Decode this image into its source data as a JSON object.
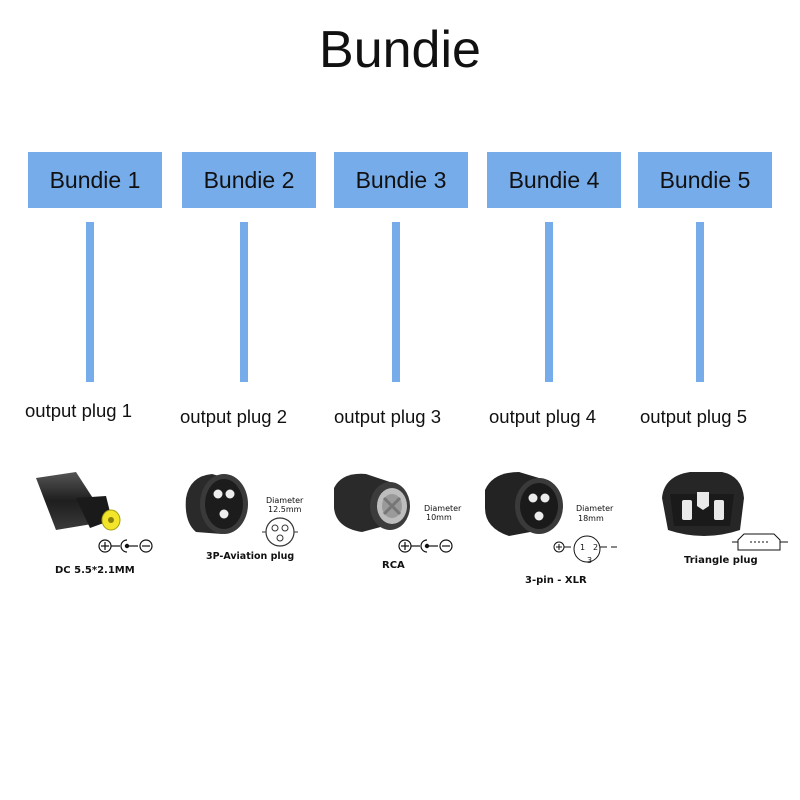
{
  "title": "Bundie",
  "bundles": [
    {
      "label": "Bundie 1",
      "plug": "output plug 1",
      "caption": "DC 5.5*2.1MM"
    },
    {
      "label": "Bundie 2",
      "plug": "output plug 2",
      "caption": "3P-Aviation plug",
      "diameter_label": "Diameter",
      "diameter_value": "12.5mm"
    },
    {
      "label": "Bundie 3",
      "plug": "output plug 3",
      "caption": "RCA",
      "diameter_label": "Diameter",
      "diameter_value": "10mm"
    },
    {
      "label": "Bundie 4",
      "plug": "output plug 4",
      "caption": "3-pin - XLR",
      "diameter_label": "Diameter",
      "diameter_value": "18mm",
      "pin_labels": [
        "1",
        "2",
        "3"
      ]
    },
    {
      "label": "Bundie 5",
      "plug": "output plug 5",
      "caption": "Triangle plug"
    }
  ],
  "colors": {
    "accent": "#76acea",
    "plug_body": "#2b2b2b",
    "tip_yellow": "#f2e52a"
  },
  "icons": [
    "dc-barrel-plug-icon",
    "aviation-plug-icon",
    "rca-plug-icon",
    "xlr-plug-icon",
    "triangle-plug-icon",
    "polarity-icon"
  ]
}
